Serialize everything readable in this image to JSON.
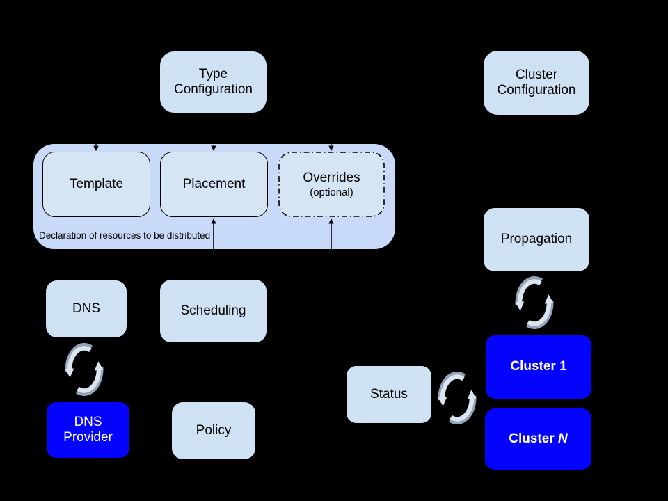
{
  "colors": {
    "background": "#000000",
    "light_box": "#cfe2f3",
    "container_box": "#c9daf8",
    "inner_box": "#d6e5f4",
    "blue_box": "#0404fc",
    "connector": "#000000",
    "sync_light": "#dbe5f1",
    "sync_dark": "#92a4b6",
    "text_dark": "#000000",
    "text_light": "#ffffff"
  },
  "nodes": {
    "type_configuration": {
      "label": "Type\nConfiguration"
    },
    "cluster_configuration": {
      "label": "Cluster\nConfiguration"
    },
    "template": {
      "label": "Template"
    },
    "placement": {
      "label": "Placement"
    },
    "overrides": {
      "label": "Overrides",
      "note": "(optional)"
    },
    "dns": {
      "label": "DNS"
    },
    "scheduling": {
      "label": "Scheduling"
    },
    "dns_provider": {
      "label": "DNS\nProvider"
    },
    "policy": {
      "label": "Policy"
    },
    "propagation": {
      "label": "Propagation"
    },
    "status": {
      "label": "Status"
    },
    "cluster_1": {
      "label": "Cluster 1"
    },
    "cluster_n": {
      "prefix": "Cluster ",
      "suffix": "N"
    }
  },
  "resource_group": {
    "caption": "Declaration of resources to be distributed"
  },
  "icons": {
    "sync_cycle": "circular-arrows-loop"
  },
  "connectors": [
    {
      "from": "type_configuration",
      "to": "template",
      "style": "dashed-arrow"
    },
    {
      "from": "type_configuration",
      "to": "placement",
      "style": "dashed-arrow"
    },
    {
      "from": "type_configuration",
      "to": "overrides",
      "style": "dashed-arrow"
    },
    {
      "from": "scheduling",
      "to": "placement",
      "style": "solid-arrow"
    },
    {
      "from": "offscreen",
      "to": "overrides",
      "style": "solid-arrow"
    },
    {
      "between": [
        "dns",
        "dns_provider"
      ],
      "style": "sync-cycle"
    },
    {
      "between": [
        "propagation",
        "cluster_1"
      ],
      "style": "sync-cycle"
    },
    {
      "between": [
        "status",
        "cluster_1"
      ],
      "style": "sync-cycle"
    }
  ]
}
